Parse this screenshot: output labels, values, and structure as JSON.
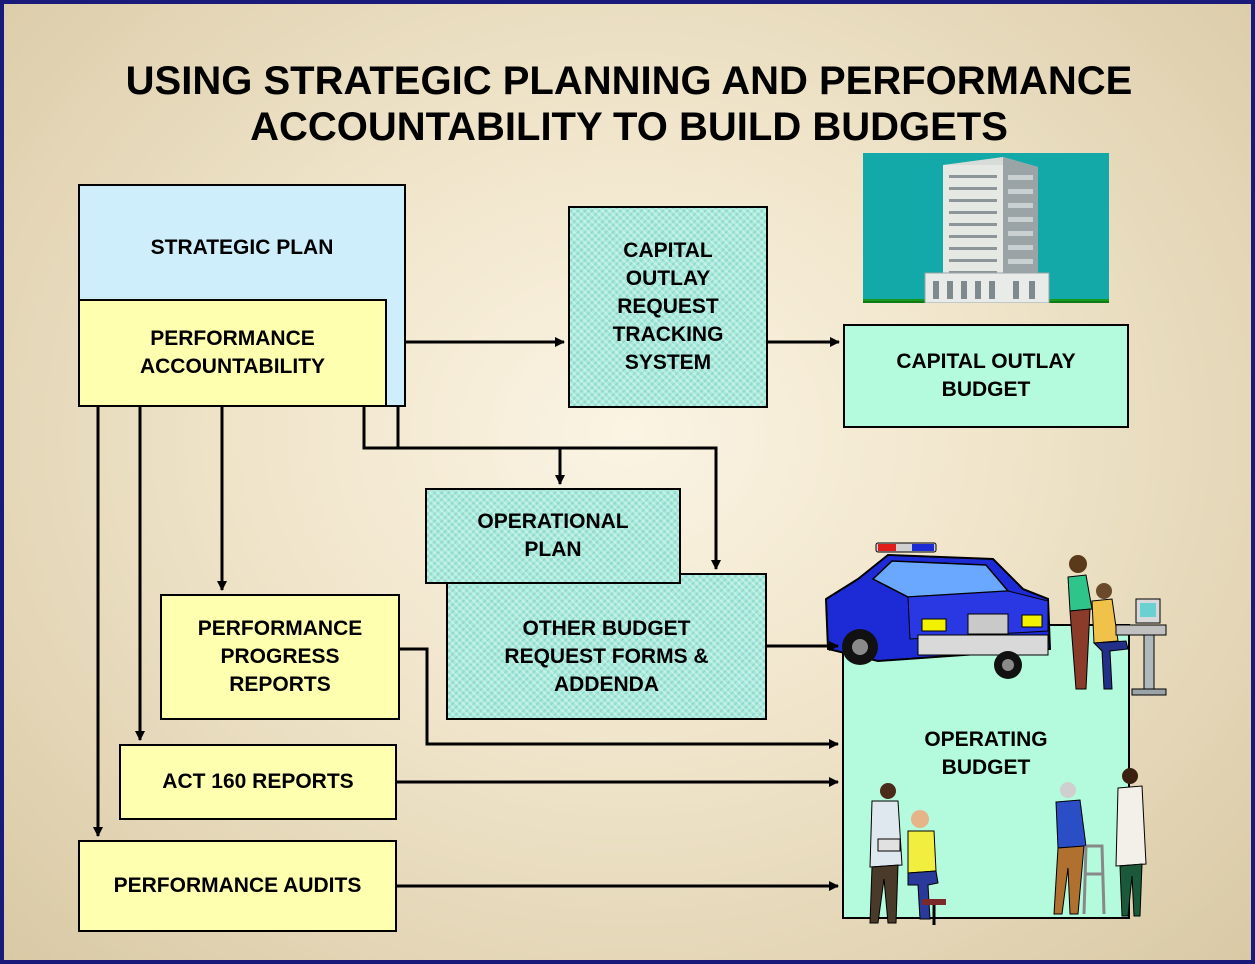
{
  "title": {
    "line1": "USING STRATEGIC PLANNING AND PERFORMANCE",
    "line2": "ACCOUNTABILITY TO BUILD BUDGETS"
  },
  "boxes": {
    "strategic_plan": "STRATEGIC PLAN",
    "performance_accountability": [
      "PERFORMANCE",
      "ACCOUNTABILITY"
    ],
    "capital_outlay_request": [
      "CAPITAL",
      "OUTLAY",
      "REQUEST",
      "TRACKING",
      "SYSTEM"
    ],
    "capital_outlay_budget": [
      "CAPITAL OUTLAY",
      "BUDGET"
    ],
    "operational_plan": [
      "OPERATIONAL",
      "PLAN"
    ],
    "other_budget_request": [
      "OTHER BUDGET",
      "REQUEST FORMS &",
      "ADDENDA"
    ],
    "performance_progress_reports": [
      "PERFORMANCE",
      "PROGRESS",
      "REPORTS"
    ],
    "act160_reports": "ACT 160 REPORTS",
    "performance_audits": "PERFORMANCE AUDITS",
    "operating_budget": [
      "OPERATING",
      "BUDGET"
    ]
  },
  "colors": {
    "border": "#1a1a7a",
    "light_blue": "#cfeefb",
    "yellow": "#ffffb0",
    "mint": "#b3fbdc",
    "building_sky": "#13a9a8",
    "building_ground": "#159a1f",
    "police_car": "#1d2bd6"
  },
  "icons": [
    "office-building-icon",
    "police-car-icon",
    "people-computer-icon",
    "doctor-patient-icon",
    "nurse-walker-icon"
  ]
}
